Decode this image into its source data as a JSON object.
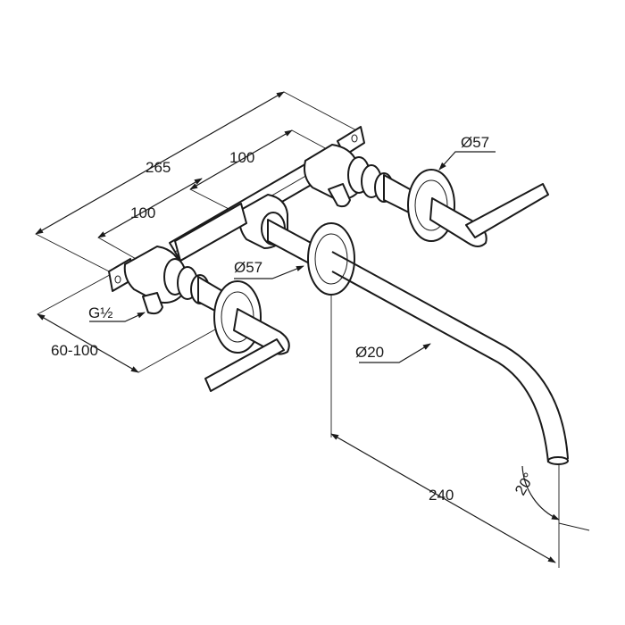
{
  "dimensions": {
    "overall_width": "265",
    "spacing_right": "100",
    "spacing_left": "100",
    "rosette_right": "Ø57",
    "rosette_center": "Ø57",
    "thread": "G½",
    "wall_depth": "60-100",
    "spout_diameter": "Ø20",
    "spout_projection": "240",
    "spout_angle": "20°"
  },
  "colors": {
    "line": "#1a1a1a",
    "background": "#ffffff"
  }
}
